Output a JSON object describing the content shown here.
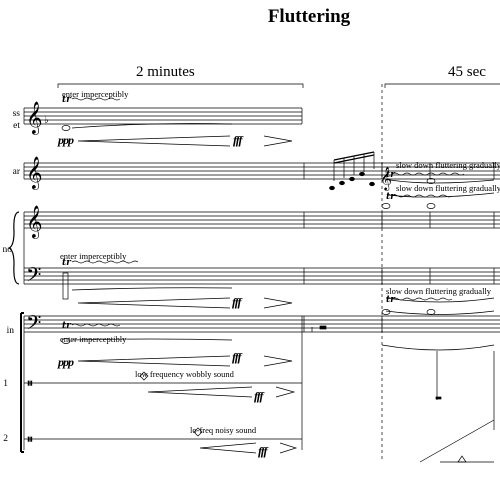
{
  "score": {
    "title": "Fluttering",
    "sections": [
      {
        "duration": "2 minutes"
      },
      {
        "duration": "45 sec"
      }
    ],
    "instruments": [
      {
        "label": "ss\net"
      },
      {
        "label": "ar"
      },
      {
        "label": "no"
      },
      {
        "label": "in"
      },
      {
        "label": "1"
      },
      {
        "label": "2"
      }
    ],
    "annotations": {
      "enter_1": "enter imperceptibly",
      "enter_2": "enter imperceptibly",
      "enter_3": "enter imperceptibly",
      "slow_1": "slow down fluttering gradually",
      "slow_2": "slow down fluttering gradually",
      "slow_3": "slow down fluttering gradually",
      "wobbly": "low frequency wobbly sound",
      "noisy": "lo-freq noisy sound"
    },
    "dynamics": {
      "ppp": "ppp",
      "fff": "fff"
    }
  }
}
